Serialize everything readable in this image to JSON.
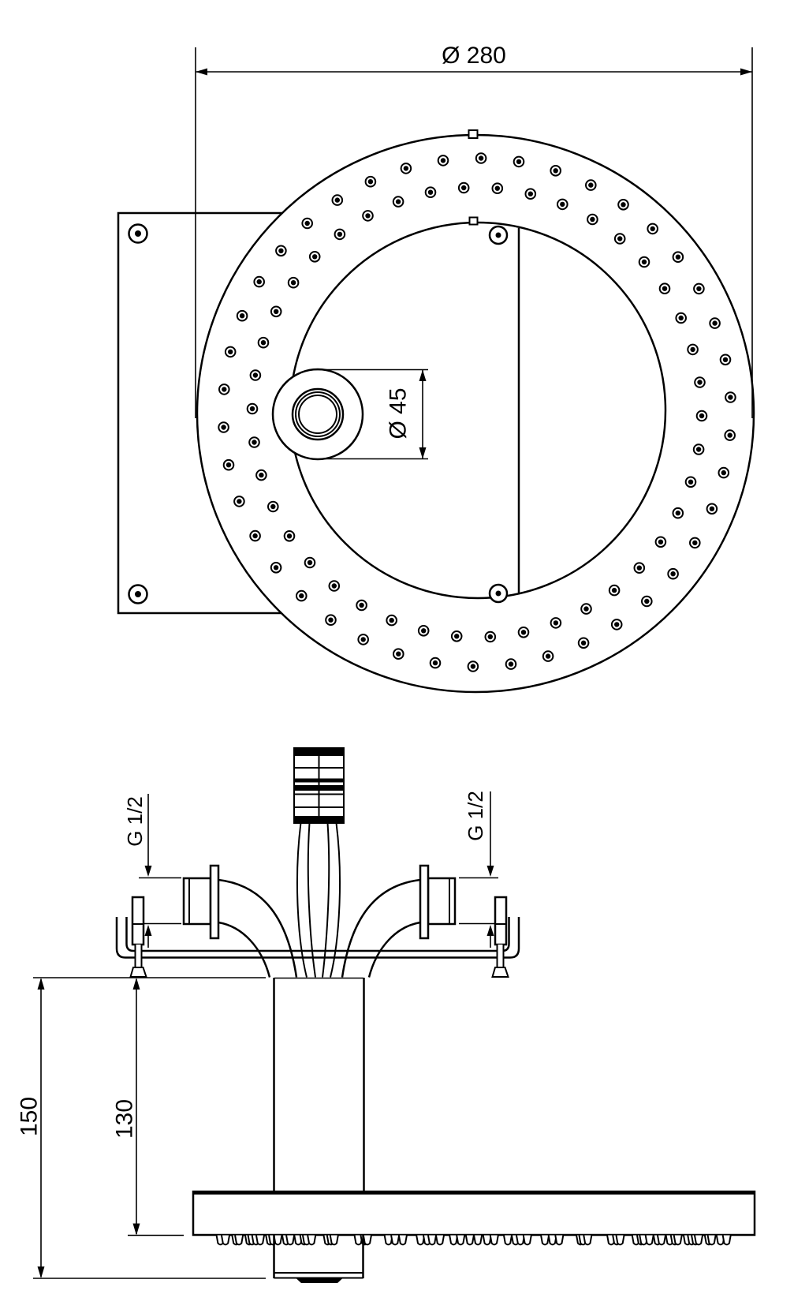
{
  "drawing": {
    "type": "technical-installation-drawing",
    "colors": {
      "line": "#000000",
      "background": "#ffffff"
    },
    "dimensions": {
      "outer_diameter": {
        "label": "Ø 280",
        "value_mm": 280
      },
      "center_hub_diameter": {
        "label": "Ø 45",
        "value_mm": 45
      },
      "left_inlet_thread": {
        "label": "G 1/2"
      },
      "right_inlet_thread": {
        "label": "G 1/2"
      },
      "overall_depth": {
        "label": "150",
        "value_mm": 150
      },
      "ceiling_to_spray_face": {
        "label": "130",
        "value_mm": 130
      }
    }
  }
}
